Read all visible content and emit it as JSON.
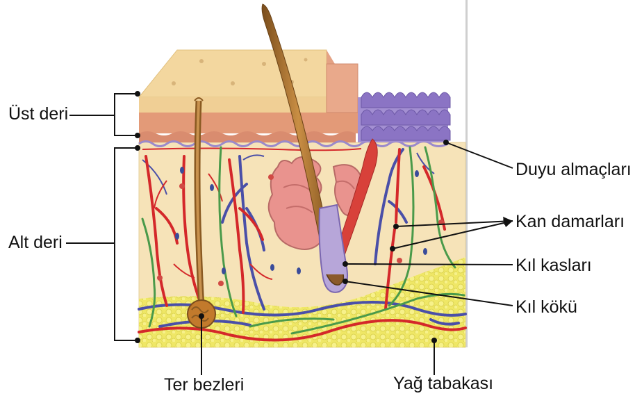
{
  "labels": {
    "ust_deri": "Üst deri",
    "alt_deri": "Alt deri",
    "duyu_almaclari": "Duyu almaçları",
    "kan_damarlari": "Kan damarları",
    "kil_kaslari": "Kıl kasları",
    "kil_koku": "Kıl kökü",
    "ter_bezleri": "Ter bezleri",
    "yag_tabakasi": "Yağ tabakası"
  },
  "colors": {
    "epidermis_top": "#f1d29a",
    "epidermis_mid": "#e9a07a",
    "dermis": "#f6e3b8",
    "fat": "#f2ea6a",
    "artery": "#d4282a",
    "vein": "#4a4fa8",
    "nerve": "#4a9a4a",
    "hair": "#a8702c",
    "sensory": "#9a7fc9",
    "gland": "#e58a86"
  }
}
